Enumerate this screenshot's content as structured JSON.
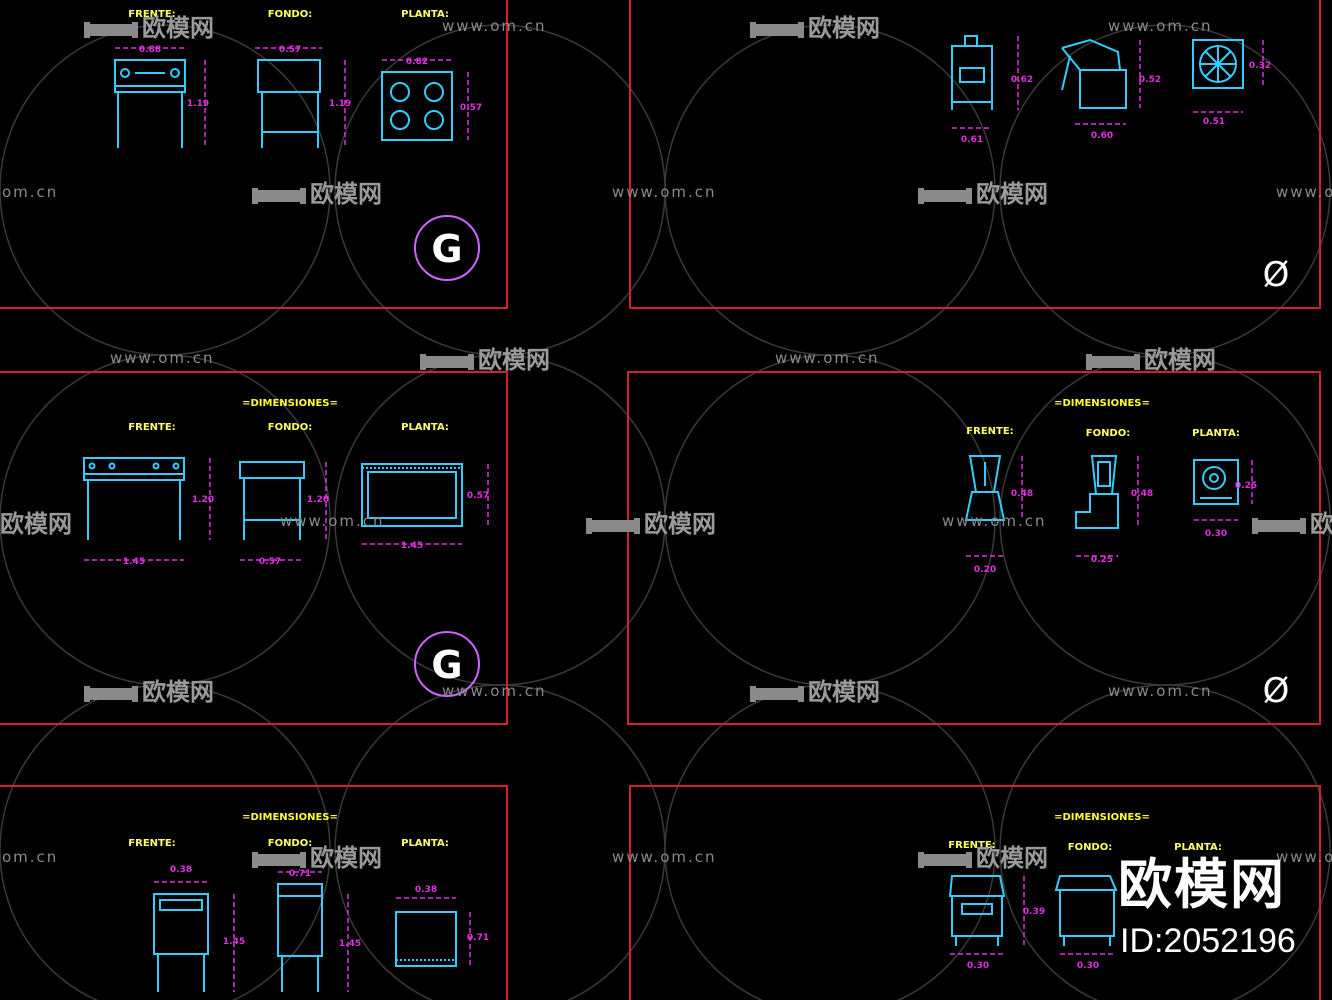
{
  "watermark": {
    "site": "www.om.cn",
    "site_short": "om.cn",
    "brand": "欧模网",
    "brand_partial": "欧模网"
  },
  "overlay": {
    "brand": "欧模网",
    "id": "ID:2052196"
  },
  "panels": [
    {
      "heading": "",
      "views": [
        {
          "label": "FRENTE:",
          "dims": [
            "0.88",
            "1.19"
          ]
        },
        {
          "label": "FONDO:",
          "dims": [
            "0.57",
            "1.19"
          ]
        },
        {
          "label": "PLANTA:",
          "dims": [
            "0.82",
            "0.57"
          ]
        }
      ],
      "symbol": "G"
    },
    {
      "heading": "",
      "views": [
        {
          "label": "",
          "dims": [
            "0.61",
            "0.62"
          ]
        },
        {
          "label": "",
          "dims": [
            "0.60",
            "0.52"
          ]
        },
        {
          "label": "",
          "dims": [
            "0.51",
            "0.32"
          ]
        }
      ],
      "symbol": "Ø"
    },
    {
      "heading": "=DIMENSIONES=",
      "views": [
        {
          "label": "FRENTE:",
          "dims": [
            "1.45",
            "1.20"
          ]
        },
        {
          "label": "FONDO:",
          "dims": [
            "0.57",
            "1.20"
          ]
        },
        {
          "label": "PLANTA:",
          "dims": [
            "1.45",
            "0.57"
          ]
        }
      ],
      "symbol": "G"
    },
    {
      "heading": "=DIMENSIONES=",
      "views": [
        {
          "label": "FRENTE:",
          "dims": [
            "0.20",
            "0.48"
          ]
        },
        {
          "label": "FONDO:",
          "dims": [
            "0.25",
            "0.48"
          ]
        },
        {
          "label": "PLANTA:",
          "dims": [
            "0.30",
            "0.25"
          ]
        }
      ],
      "symbol": "Ø"
    },
    {
      "heading": "=DIMENSIONES=",
      "views": [
        {
          "label": "FRENTE:",
          "dims": [
            "0.38",
            "1.45"
          ]
        },
        {
          "label": "FONDO:",
          "dims": [
            "0.71",
            "1.45"
          ]
        },
        {
          "label": "PLANTA:",
          "dims": [
            "0.38",
            "0.71"
          ]
        }
      ],
      "symbol": ""
    },
    {
      "heading": "=DIMENSIONES=",
      "views": [
        {
          "label": "FRENTE:",
          "dims": [
            "0.30",
            "0.39"
          ]
        },
        {
          "label": "FONDO:",
          "dims": [
            "0.30",
            ""
          ]
        },
        {
          "label": "PLANTA:",
          "dims": []
        }
      ],
      "symbol": ""
    }
  ],
  "colors": {
    "background": "#000000",
    "frame": "#d4202a",
    "heading": "#ffff33",
    "label": "#ffff66",
    "dim": "#e030e0",
    "drawing": "#33ccff",
    "symbol": "#cc66ff",
    "symbol_alt": "#ffffff",
    "watermark": "#777777"
  }
}
